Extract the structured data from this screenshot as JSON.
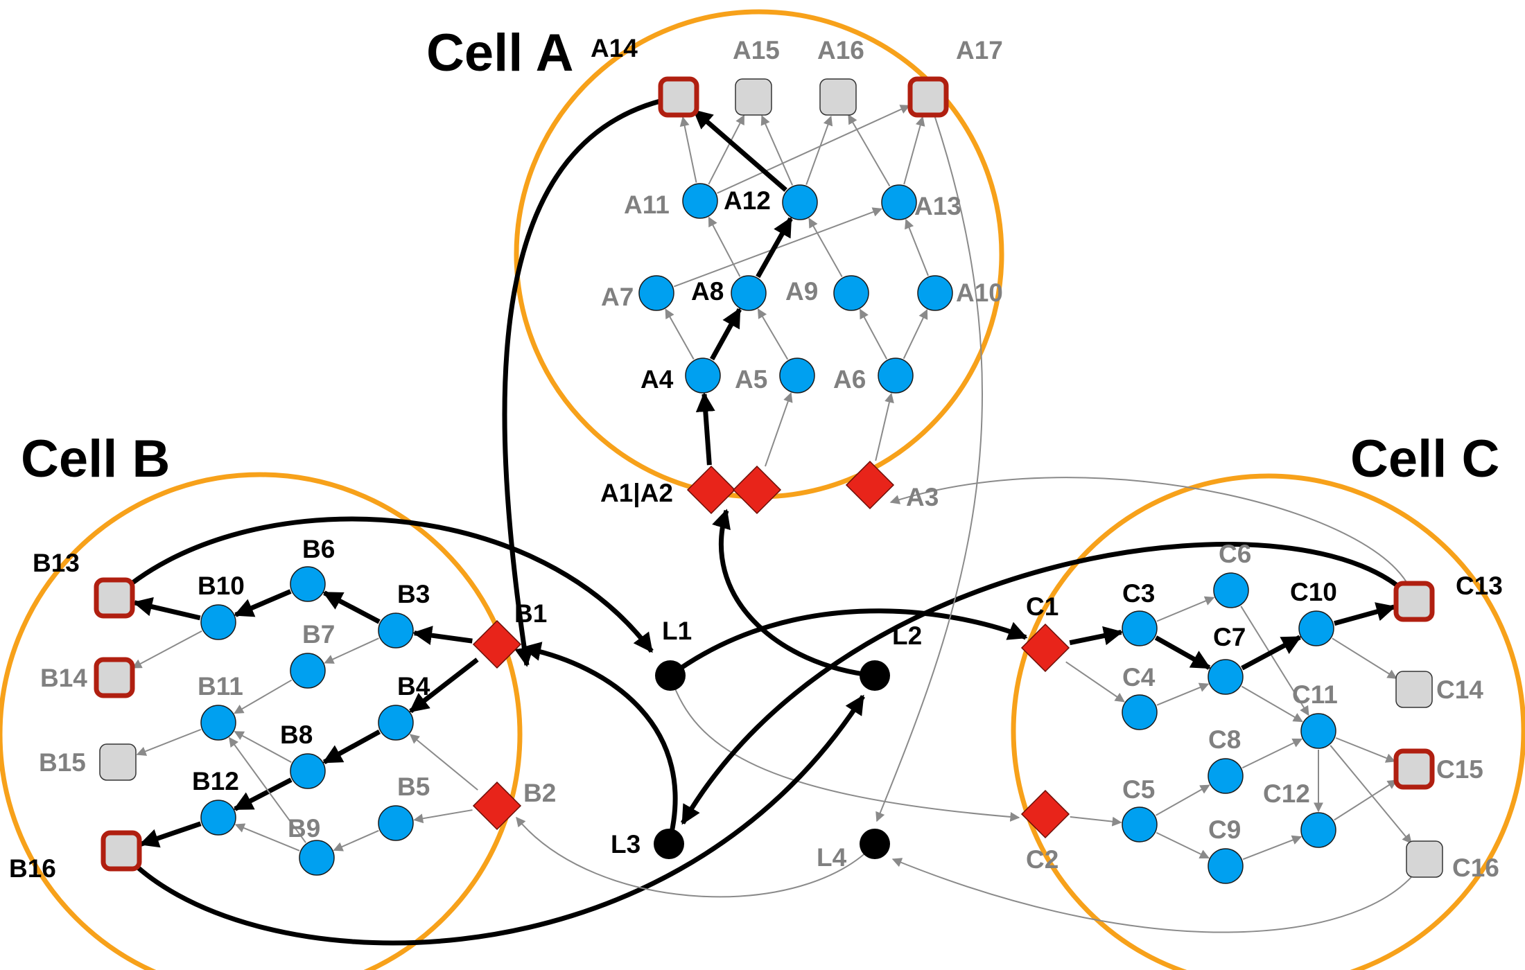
{
  "cells": [
    {
      "id": "A",
      "title": "Cell A"
    },
    {
      "id": "B",
      "title": "Cell B"
    },
    {
      "id": "C",
      "title": "Cell C"
    }
  ],
  "colors": {
    "cell_border": "#F7A11A",
    "node_fill": "#00A0F0",
    "port_fill": "#E8241A",
    "output_fill": "#D6D6D6",
    "output_highlight_border": "#B01F10",
    "label_active": "#000000",
    "label_inactive": "#808080",
    "edge_inactive": "#8A8A8A"
  },
  "nodes": [
    {
      "id": "A1A2",
      "label": "A1|A2",
      "kind": "port",
      "active": true
    },
    {
      "id": "A2d",
      "label": "",
      "kind": "port",
      "active": true
    },
    {
      "id": "A3",
      "label": "A3",
      "kind": "port",
      "active": false
    },
    {
      "id": "A4",
      "label": "A4",
      "kind": "node",
      "active": true
    },
    {
      "id": "A5",
      "label": "A5",
      "kind": "node",
      "active": false
    },
    {
      "id": "A6",
      "label": "A6",
      "kind": "node",
      "active": false
    },
    {
      "id": "A7",
      "label": "A7",
      "kind": "node",
      "active": false
    },
    {
      "id": "A8",
      "label": "A8",
      "kind": "node",
      "active": true
    },
    {
      "id": "A9",
      "label": "A9",
      "kind": "node",
      "active": false
    },
    {
      "id": "A10",
      "label": "A10",
      "kind": "node",
      "active": false
    },
    {
      "id": "A11",
      "label": "A11",
      "kind": "node",
      "active": false
    },
    {
      "id": "A12",
      "label": "A12",
      "kind": "node",
      "active": true
    },
    {
      "id": "A13",
      "label": "A13",
      "kind": "node",
      "active": false
    },
    {
      "id": "A14",
      "label": "A14",
      "kind": "output",
      "active": true,
      "highlight": true
    },
    {
      "id": "A15",
      "label": "A15",
      "kind": "output",
      "active": false,
      "highlight": false
    },
    {
      "id": "A16",
      "label": "A16",
      "kind": "output",
      "active": false,
      "highlight": false
    },
    {
      "id": "A17",
      "label": "A17",
      "kind": "output",
      "active": false,
      "highlight": true
    },
    {
      "id": "B1",
      "label": "B1",
      "kind": "port",
      "active": true
    },
    {
      "id": "B2",
      "label": "B2",
      "kind": "port",
      "active": false
    },
    {
      "id": "B3",
      "label": "B3",
      "kind": "node",
      "active": true
    },
    {
      "id": "B4",
      "label": "B4",
      "kind": "node",
      "active": true
    },
    {
      "id": "B5",
      "label": "B5",
      "kind": "node",
      "active": false
    },
    {
      "id": "B6",
      "label": "B6",
      "kind": "node",
      "active": true
    },
    {
      "id": "B7",
      "label": "B7",
      "kind": "node",
      "active": false
    },
    {
      "id": "B8",
      "label": "B8",
      "kind": "node",
      "active": true
    },
    {
      "id": "B9",
      "label": "B9",
      "kind": "node",
      "active": false
    },
    {
      "id": "B10",
      "label": "B10",
      "kind": "node",
      "active": true
    },
    {
      "id": "B11",
      "label": "B11",
      "kind": "node",
      "active": false
    },
    {
      "id": "B12",
      "label": "B12",
      "kind": "node",
      "active": true
    },
    {
      "id": "B13",
      "label": "B13",
      "kind": "output",
      "active": true,
      "highlight": true
    },
    {
      "id": "B14",
      "label": "B14",
      "kind": "output",
      "active": false,
      "highlight": true
    },
    {
      "id": "B15",
      "label": "B15",
      "kind": "output",
      "active": false,
      "highlight": false
    },
    {
      "id": "B16",
      "label": "B16",
      "kind": "output",
      "active": true,
      "highlight": true
    },
    {
      "id": "C1",
      "label": "C1",
      "kind": "port",
      "active": true
    },
    {
      "id": "C2",
      "label": "C2",
      "kind": "port",
      "active": false
    },
    {
      "id": "C3",
      "label": "C3",
      "kind": "node",
      "active": true
    },
    {
      "id": "C4",
      "label": "C4",
      "kind": "node",
      "active": false
    },
    {
      "id": "C5",
      "label": "C5",
      "kind": "node",
      "active": false
    },
    {
      "id": "C6",
      "label": "C6",
      "kind": "node",
      "active": false
    },
    {
      "id": "C7",
      "label": "C7",
      "kind": "node",
      "active": true
    },
    {
      "id": "C8",
      "label": "C8",
      "kind": "node",
      "active": false
    },
    {
      "id": "C9",
      "label": "C9",
      "kind": "node",
      "active": false
    },
    {
      "id": "C10",
      "label": "C10",
      "kind": "node",
      "active": true
    },
    {
      "id": "C11",
      "label": "C11",
      "kind": "node",
      "active": false
    },
    {
      "id": "C12",
      "label": "C12",
      "kind": "node",
      "active": false
    },
    {
      "id": "C13",
      "label": "C13",
      "kind": "output",
      "active": true,
      "highlight": true
    },
    {
      "id": "C14",
      "label": "C14",
      "kind": "output",
      "active": false,
      "highlight": false
    },
    {
      "id": "C15",
      "label": "C15",
      "kind": "output",
      "active": false,
      "highlight": true
    },
    {
      "id": "C16",
      "label": "C16",
      "kind": "output",
      "active": false,
      "highlight": false
    },
    {
      "id": "L1",
      "label": "L1",
      "kind": "link",
      "active": true
    },
    {
      "id": "L2",
      "label": "L2",
      "kind": "link",
      "active": true
    },
    {
      "id": "L3",
      "label": "L3",
      "kind": "link",
      "active": true
    },
    {
      "id": "L4",
      "label": "L4",
      "kind": "link",
      "active": false
    }
  ],
  "edges": [
    {
      "from": "A1A2",
      "to": "A4",
      "active": true
    },
    {
      "from": "A2d",
      "to": "A5",
      "active": false
    },
    {
      "from": "A3",
      "to": "A6",
      "active": false
    },
    {
      "from": "A4",
      "to": "A7",
      "active": false
    },
    {
      "from": "A4",
      "to": "A8",
      "active": true
    },
    {
      "from": "A5",
      "to": "A8",
      "active": false
    },
    {
      "from": "A6",
      "to": "A9",
      "active": false
    },
    {
      "from": "A6",
      "to": "A10",
      "active": false
    },
    {
      "from": "A7",
      "to": "A13",
      "active": false
    },
    {
      "from": "A8",
      "to": "A11",
      "active": false
    },
    {
      "from": "A8",
      "to": "A12",
      "active": true
    },
    {
      "from": "A9",
      "to": "A12",
      "active": false
    },
    {
      "from": "A10",
      "to": "A13",
      "active": false
    },
    {
      "from": "A11",
      "to": "A14",
      "active": false
    },
    {
      "from": "A11",
      "to": "A15",
      "active": false
    },
    {
      "from": "A11",
      "to": "A17",
      "active": false
    },
    {
      "from": "A12",
      "to": "A14",
      "active": true
    },
    {
      "from": "A12",
      "to": "A15",
      "active": false
    },
    {
      "from": "A12",
      "to": "A16",
      "active": false
    },
    {
      "from": "A13",
      "to": "A16",
      "active": false
    },
    {
      "from": "A13",
      "to": "A17",
      "active": false
    },
    {
      "from": "B1",
      "to": "B3",
      "active": true
    },
    {
      "from": "B1",
      "to": "B4",
      "active": true
    },
    {
      "from": "B2",
      "to": "B4",
      "active": false
    },
    {
      "from": "B2",
      "to": "B5",
      "active": false
    },
    {
      "from": "B3",
      "to": "B6",
      "active": true
    },
    {
      "from": "B3",
      "to": "B7",
      "active": false
    },
    {
      "from": "B4",
      "to": "B8",
      "active": true
    },
    {
      "from": "B5",
      "to": "B9",
      "active": false
    },
    {
      "from": "B6",
      "to": "B10",
      "active": true
    },
    {
      "from": "B7",
      "to": "B11",
      "active": false
    },
    {
      "from": "B8",
      "to": "B11",
      "active": false
    },
    {
      "from": "B8",
      "to": "B12",
      "active": true
    },
    {
      "from": "B9",
      "to": "B12",
      "active": false
    },
    {
      "from": "B9",
      "to": "B11",
      "active": false
    },
    {
      "from": "B10",
      "to": "B13",
      "active": true
    },
    {
      "from": "B10",
      "to": "B14",
      "active": false
    },
    {
      "from": "B11",
      "to": "B15",
      "active": false
    },
    {
      "from": "B12",
      "to": "B16",
      "active": true
    },
    {
      "from": "C1",
      "to": "C3",
      "active": true
    },
    {
      "from": "C1",
      "to": "C4",
      "active": false
    },
    {
      "from": "C2",
      "to": "C5",
      "active": false
    },
    {
      "from": "C3",
      "to": "C6",
      "active": false
    },
    {
      "from": "C3",
      "to": "C7",
      "active": true
    },
    {
      "from": "C4",
      "to": "C7",
      "active": false
    },
    {
      "from": "C5",
      "to": "C8",
      "active": false
    },
    {
      "from": "C5",
      "to": "C9",
      "active": false
    },
    {
      "from": "C6",
      "to": "C11",
      "active": false
    },
    {
      "from": "C7",
      "to": "C10",
      "active": true
    },
    {
      "from": "C7",
      "to": "C11",
      "active": false
    },
    {
      "from": "C8",
      "to": "C11",
      "active": false
    },
    {
      "from": "C9",
      "to": "C12",
      "active": false
    },
    {
      "from": "C10",
      "to": "C13",
      "active": true
    },
    {
      "from": "C10",
      "to": "C14",
      "active": false
    },
    {
      "from": "C11",
      "to": "C12",
      "active": false
    },
    {
      "from": "C11",
      "to": "C15",
      "active": false
    },
    {
      "from": "C11",
      "to": "C16",
      "active": false
    },
    {
      "from": "C12",
      "to": "C15",
      "active": false
    },
    {
      "from": "A14",
      "to": "L1",
      "active": true
    },
    {
      "from": "B13",
      "to": "L1",
      "active": true
    },
    {
      "from": "L1",
      "to": "C1",
      "active": true
    },
    {
      "from": "L1",
      "to": "C2",
      "active": false
    },
    {
      "from": "L2",
      "to": "A1A2",
      "active": true
    },
    {
      "from": "L3",
      "to": "B1",
      "active": true
    },
    {
      "from": "B16",
      "to": "L2",
      "active": true
    },
    {
      "from": "C13",
      "to": "L3",
      "active": true
    },
    {
      "from": "C13",
      "to": "A3",
      "active": false
    },
    {
      "from": "A17",
      "to": "L4",
      "active": false
    },
    {
      "from": "C16",
      "to": "L4",
      "active": false
    },
    {
      "from": "L4",
      "to": "B2",
      "active": false
    }
  ]
}
